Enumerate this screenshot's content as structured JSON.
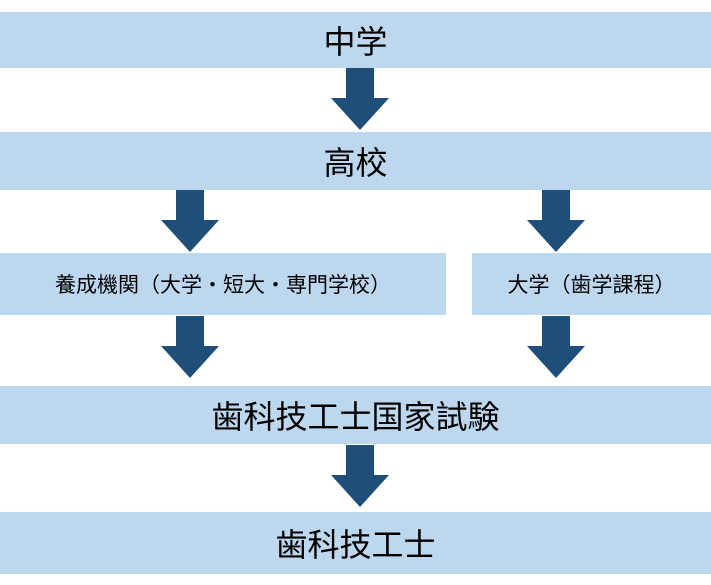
{
  "steps": {
    "junior_high": "中学",
    "high_school": "高校",
    "training_institution": "養成機関（大学・短大・専門学校）",
    "university": "大学（歯学課程）",
    "national_exam": "歯科技工士国家試験",
    "dental_technician": "歯科技工士"
  },
  "colors": {
    "box_fill": "#bdd7ee",
    "arrow_fill": "#1f4e79"
  }
}
